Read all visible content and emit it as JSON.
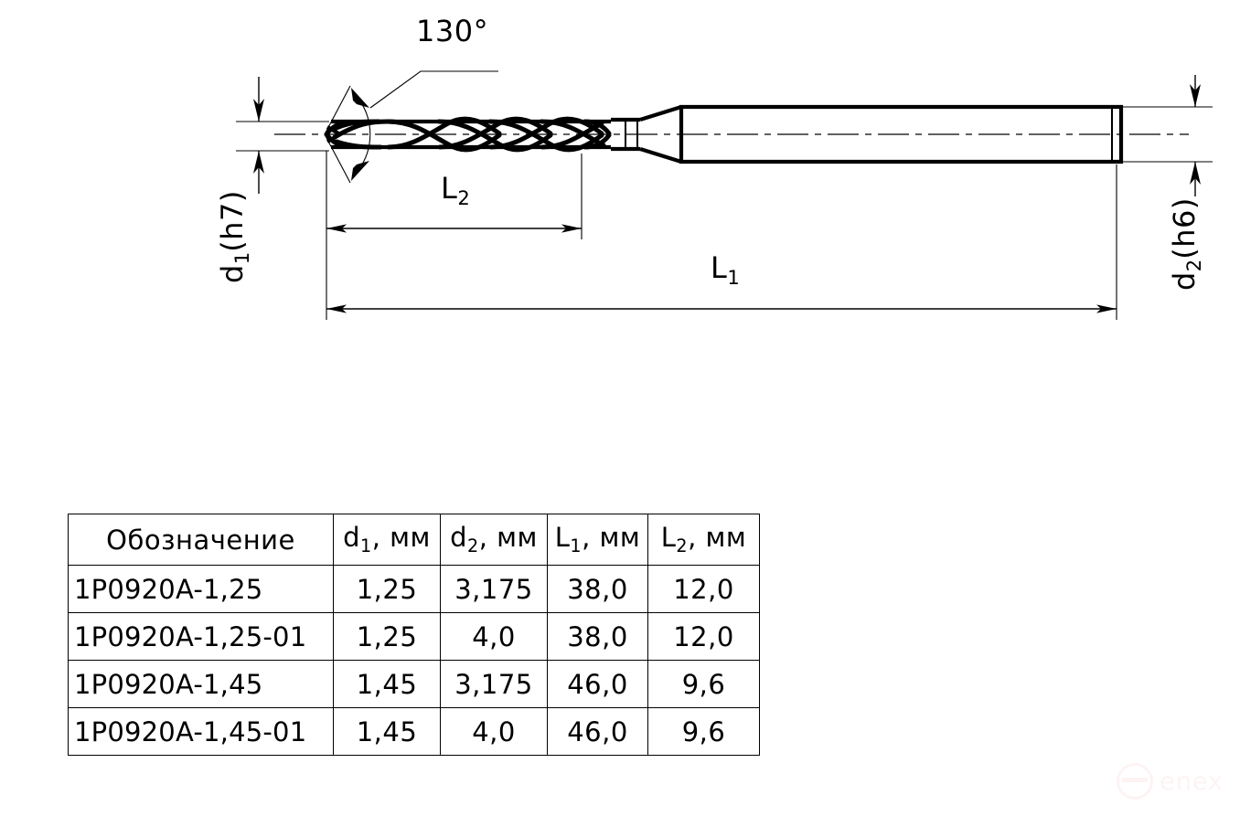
{
  "drawing": {
    "title": "Micro drill technical drawing",
    "angle_label": "130°",
    "dim_l1": "L",
    "dim_l1_sub": "1",
    "dim_l2": "L",
    "dim_l2_sub": "2",
    "dim_d1": "d",
    "dim_d1_sub": "1",
    "dim_d1_tol": "(h7)",
    "dim_d2": "d",
    "dim_d2_sub": "2",
    "dim_d2_tol": "(h6)",
    "line_color": "#000000",
    "background": "#ffffff"
  },
  "table": {
    "headers": [
      {
        "text": "Обозначение",
        "sub": "",
        "unit": ""
      },
      {
        "text": "d",
        "sub": "1",
        "unit": ", мм"
      },
      {
        "text": "d",
        "sub": "2",
        "unit": ", мм"
      },
      {
        "text": "L",
        "sub": "1",
        "unit": ", мм"
      },
      {
        "text": "L",
        "sub": "2",
        "unit": ", мм"
      }
    ],
    "rows": [
      {
        "name": "1P0920A-1,25",
        "d1": "1,25",
        "d2": "3,175",
        "l1": "38,0",
        "l2": "12,0"
      },
      {
        "name": "1P0920A-1,25-01",
        "d1": "1,25",
        "d2": "4,0",
        "l1": "38,0",
        "l2": "12,0"
      },
      {
        "name": "1P0920A-1,45",
        "d1": "1,45",
        "d2": "3,175",
        "l1": "46,0",
        "l2": "9,6"
      },
      {
        "name": "1P0920A-1,45-01",
        "d1": "1,45",
        "d2": "4,0",
        "l1": "46,0",
        "l2": "9,6"
      }
    ]
  },
  "watermark": {
    "text": "enex",
    "color": "#e03a3a"
  }
}
